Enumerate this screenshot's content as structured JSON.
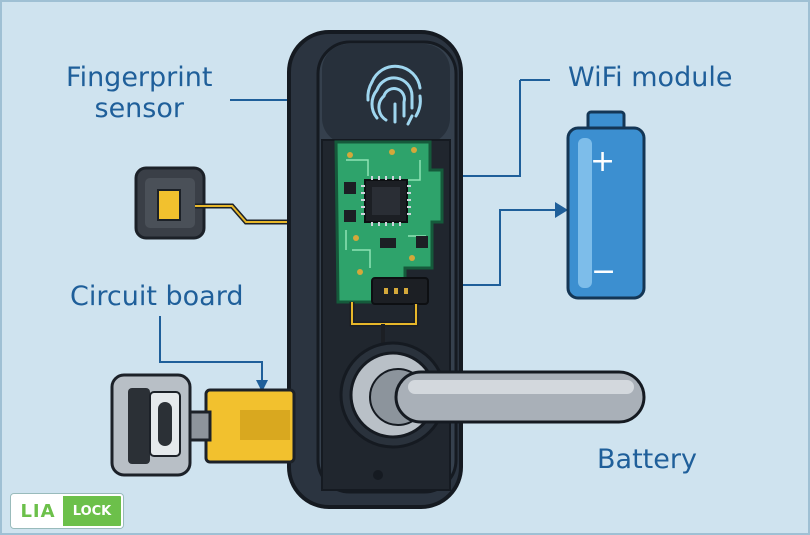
{
  "labels": {
    "fingerprint_line1": "Fingerprint",
    "fingerprint_line2": "sensor",
    "wifi": "WiFi module",
    "circuit": "Circuit board",
    "battery": "Battery"
  },
  "logo": {
    "part1": "LIA",
    "part2": "LOCK"
  },
  "battery_symbols": {
    "plus": "+",
    "minus": "−"
  },
  "colors": {
    "background": "#cfe3ef",
    "label": "#1f5f9a",
    "lock_body": "#2b3440",
    "pcb": "#2ea36b",
    "battery": "#3c8fd0",
    "brass": "#f2c12e",
    "logo_green": "#6cc04a"
  }
}
